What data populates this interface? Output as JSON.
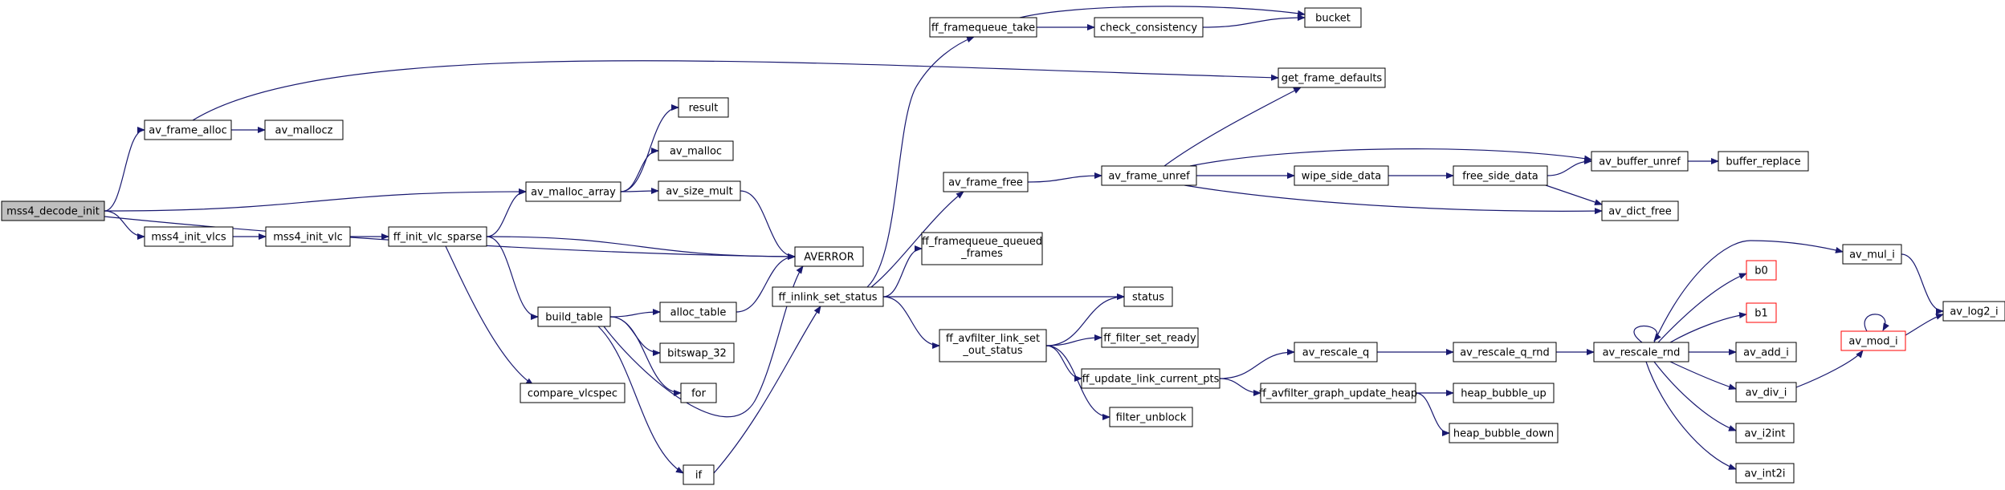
{
  "nodes": [
    {
      "id": "mss4_decode_init",
      "label": "mss4_decode_init",
      "style": "root"
    },
    {
      "id": "av_frame_alloc",
      "label": "av_frame_alloc",
      "style": "normal"
    },
    {
      "id": "av_mallocz",
      "label": "av_mallocz",
      "style": "normal"
    },
    {
      "id": "av_malloc_array",
      "label": "av_malloc_array",
      "style": "normal"
    },
    {
      "id": "result",
      "label": "result",
      "style": "normal"
    },
    {
      "id": "av_malloc",
      "label": "av_malloc",
      "style": "normal"
    },
    {
      "id": "av_size_mult",
      "label": "av_size_mult",
      "style": "normal"
    },
    {
      "id": "AVERROR",
      "label": "AVERROR",
      "style": "normal"
    },
    {
      "id": "mss4_init_vlcs",
      "label": "mss4_init_vlcs",
      "style": "normal"
    },
    {
      "id": "mss4_init_vlc",
      "label": "mss4_init_vlc",
      "style": "normal"
    },
    {
      "id": "ff_init_vlc_sparse",
      "label": "ff_init_vlc_sparse",
      "style": "normal"
    },
    {
      "id": "build_table",
      "label": "build_table",
      "style": "normal"
    },
    {
      "id": "alloc_table",
      "label": "alloc_table",
      "style": "normal"
    },
    {
      "id": "bitswap_32",
      "label": "bitswap_32",
      "style": "normal"
    },
    {
      "id": "for",
      "label": "for",
      "style": "normal"
    },
    {
      "id": "if",
      "label": "if",
      "style": "normal"
    },
    {
      "id": "compare_vlcspec",
      "label": "compare_vlcspec",
      "style": "normal"
    },
    {
      "id": "ff_inlink_set_status",
      "label": "ff_inlink_set_status",
      "style": "normal"
    },
    {
      "id": "ff_framequeue_take",
      "label": "ff_framequeue_take",
      "style": "normal"
    },
    {
      "id": "check_consistency",
      "label": "check_consistency",
      "style": "normal"
    },
    {
      "id": "bucket",
      "label": "bucket",
      "style": "normal"
    },
    {
      "id": "get_frame_defaults",
      "label": "get_frame_defaults",
      "style": "normal"
    },
    {
      "id": "av_frame_free",
      "label": "av_frame_free",
      "style": "normal"
    },
    {
      "id": "av_frame_unref",
      "label": "av_frame_unref",
      "style": "normal"
    },
    {
      "id": "wipe_side_data",
      "label": "wipe_side_data",
      "style": "normal"
    },
    {
      "id": "free_side_data",
      "label": "free_side_data",
      "style": "normal"
    },
    {
      "id": "av_buffer_unref",
      "label": "av_buffer_unref",
      "style": "normal"
    },
    {
      "id": "buffer_replace",
      "label": "buffer_replace",
      "style": "normal"
    },
    {
      "id": "av_dict_free",
      "label": "av_dict_free",
      "style": "normal"
    },
    {
      "id": "ff_framequeue_queued_frames",
      "label": [
        "ff_framequeue_queued",
        "_frames"
      ],
      "style": "normal"
    },
    {
      "id": "status",
      "label": "status",
      "style": "normal"
    },
    {
      "id": "ff_avfilter_link_set_out_status",
      "label": [
        "ff_avfilter_link_set",
        "_out_status"
      ],
      "style": "normal"
    },
    {
      "id": "ff_filter_set_ready",
      "label": "ff_filter_set_ready",
      "style": "normal"
    },
    {
      "id": "ff_update_link_current_pts",
      "label": "ff_update_link_current_pts",
      "style": "normal"
    },
    {
      "id": "filter_unblock",
      "label": "filter_unblock",
      "style": "normal"
    },
    {
      "id": "av_rescale_q",
      "label": "av_rescale_q",
      "style": "normal"
    },
    {
      "id": "av_rescale_q_rnd",
      "label": "av_rescale_q_rnd",
      "style": "normal"
    },
    {
      "id": "av_rescale_rnd",
      "label": "av_rescale_rnd",
      "style": "normal"
    },
    {
      "id": "ff_avfilter_graph_update_heap",
      "label": "ff_avfilter_graph_update_heap",
      "style": "normal"
    },
    {
      "id": "heap_bubble_up",
      "label": "heap_bubble_up",
      "style": "normal"
    },
    {
      "id": "heap_bubble_down",
      "label": "heap_bubble_down",
      "style": "normal"
    },
    {
      "id": "b0",
      "label": "b0",
      "style": "truncated"
    },
    {
      "id": "b1",
      "label": "b1",
      "style": "truncated"
    },
    {
      "id": "av_mul_i",
      "label": "av_mul_i",
      "style": "normal"
    },
    {
      "id": "av_log2_i",
      "label": "av_log2_i",
      "style": "normal"
    },
    {
      "id": "av_mod_i",
      "label": "av_mod_i",
      "style": "truncated"
    },
    {
      "id": "av_add_i",
      "label": "av_add_i",
      "style": "normal"
    },
    {
      "id": "av_div_i",
      "label": "av_div_i",
      "style": "normal"
    },
    {
      "id": "av_i2int",
      "label": "av_i2int",
      "style": "normal"
    },
    {
      "id": "av_int2i",
      "label": "av_int2i",
      "style": "normal"
    }
  ],
  "edges": [
    [
      "mss4_decode_init",
      "av_frame_alloc"
    ],
    [
      "mss4_decode_init",
      "av_malloc_array"
    ],
    [
      "mss4_decode_init",
      "AVERROR"
    ],
    [
      "mss4_decode_init",
      "mss4_init_vlcs"
    ],
    [
      "av_frame_alloc",
      "av_mallocz"
    ],
    [
      "av_frame_alloc",
      "get_frame_defaults"
    ],
    [
      "av_malloc_array",
      "result"
    ],
    [
      "av_malloc_array",
      "av_malloc"
    ],
    [
      "av_malloc_array",
      "av_size_mult"
    ],
    [
      "av_size_mult",
      "AVERROR"
    ],
    [
      "mss4_init_vlcs",
      "mss4_init_vlc"
    ],
    [
      "mss4_init_vlc",
      "ff_init_vlc_sparse"
    ],
    [
      "ff_init_vlc_sparse",
      "av_malloc_array"
    ],
    [
      "ff_init_vlc_sparse",
      "AVERROR"
    ],
    [
      "ff_init_vlc_sparse",
      "build_table"
    ],
    [
      "ff_init_vlc_sparse",
      "compare_vlcspec"
    ],
    [
      "build_table",
      "alloc_table"
    ],
    [
      "build_table",
      "bitswap_32"
    ],
    [
      "build_table",
      "for"
    ],
    [
      "build_table",
      "if"
    ],
    [
      "build_table",
      "AVERROR"
    ],
    [
      "alloc_table",
      "AVERROR"
    ],
    [
      "if",
      "ff_inlink_set_status"
    ],
    [
      "ff_inlink_set_status",
      "ff_framequeue_take"
    ],
    [
      "ff_inlink_set_status",
      "av_frame_free"
    ],
    [
      "ff_inlink_set_status",
      "ff_framequeue_queued_frames"
    ],
    [
      "ff_inlink_set_status",
      "status"
    ],
    [
      "ff_inlink_set_status",
      "ff_avfilter_link_set_out_status"
    ],
    [
      "ff_framequeue_take",
      "check_consistency"
    ],
    [
      "ff_framequeue_take",
      "bucket"
    ],
    [
      "check_consistency",
      "bucket"
    ],
    [
      "av_frame_free",
      "av_frame_unref"
    ],
    [
      "av_frame_unref",
      "get_frame_defaults"
    ],
    [
      "av_frame_unref",
      "wipe_side_data"
    ],
    [
      "av_frame_unref",
      "av_buffer_unref"
    ],
    [
      "av_frame_unref",
      "av_dict_free"
    ],
    [
      "wipe_side_data",
      "free_side_data"
    ],
    [
      "free_side_data",
      "av_buffer_unref"
    ],
    [
      "free_side_data",
      "av_dict_free"
    ],
    [
      "av_buffer_unref",
      "buffer_replace"
    ],
    [
      "ff_avfilter_link_set_out_status",
      "status"
    ],
    [
      "ff_avfilter_link_set_out_status",
      "ff_filter_set_ready"
    ],
    [
      "ff_avfilter_link_set_out_status",
      "ff_update_link_current_pts"
    ],
    [
      "ff_avfilter_link_set_out_status",
      "filter_unblock"
    ],
    [
      "ff_update_link_current_pts",
      "av_rescale_q"
    ],
    [
      "ff_update_link_current_pts",
      "ff_avfilter_graph_update_heap"
    ],
    [
      "av_rescale_q",
      "av_rescale_q_rnd"
    ],
    [
      "av_rescale_q_rnd",
      "av_rescale_rnd"
    ],
    [
      "ff_avfilter_graph_update_heap",
      "heap_bubble_up"
    ],
    [
      "ff_avfilter_graph_update_heap",
      "heap_bubble_down"
    ],
    [
      "av_rescale_rnd",
      "av_rescale_rnd"
    ],
    [
      "av_rescale_rnd",
      "b0"
    ],
    [
      "av_rescale_rnd",
      "b1"
    ],
    [
      "av_rescale_rnd",
      "av_mul_i"
    ],
    [
      "av_rescale_rnd",
      "av_add_i"
    ],
    [
      "av_rescale_rnd",
      "av_div_i"
    ],
    [
      "av_rescale_rnd",
      "av_i2int"
    ],
    [
      "av_rescale_rnd",
      "av_int2i"
    ],
    [
      "av_mul_i",
      "av_log2_i"
    ],
    [
      "av_mod_i",
      "av_mod_i"
    ],
    [
      "av_mod_i",
      "av_log2_i"
    ],
    [
      "av_div_i",
      "av_mod_i"
    ]
  ],
  "colors": {
    "edge": "#191970",
    "root_fill": "#bfbfbf",
    "node_fill": "#ffffff",
    "node_border": "#000000",
    "truncated_border": "#ff0000"
  }
}
